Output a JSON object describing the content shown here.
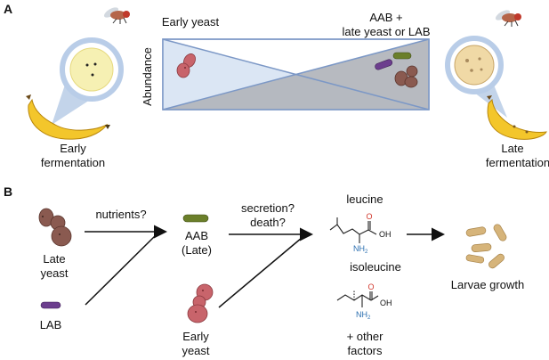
{
  "panel_a": {
    "label": "A",
    "early_yeast_label": "Early yeast",
    "aab_label_line1": "AAB +",
    "aab_label_line2": "late yeast or LAB",
    "y_axis_label": "Abundance",
    "early_fermentation_line1": "Early",
    "early_fermentation_line2": "fermentation",
    "late_fermentation_line1": "Late",
    "late_fermentation_line2": "fermentation"
  },
  "panel_b": {
    "label": "B",
    "late_yeast_line1": "Late",
    "late_yeast_line2": "yeast",
    "lab_label": "LAB",
    "nutrients_label": "nutrients?",
    "aab_line1": "AAB",
    "aab_line2": "(Late)",
    "early_yeast_line1": "Early",
    "early_yeast_line2": "yeast",
    "secretion_line1": "secretion?",
    "secretion_line2": "death?",
    "leucine_label": "leucine",
    "isoleucine_label": "isoleucine",
    "other_factors_line1": "+ other",
    "other_factors_line2": "factors",
    "larvae_label": "Larvae growth",
    "chem_oh": "OH",
    "chem_o": "O",
    "chem_nh2": "NH",
    "chem_sub2": "2"
  },
  "colors": {
    "triangle_light": "#dbe6f4",
    "triangle_gray": "#b3b6bd",
    "triangle_stroke": "#7c98c6",
    "banana": "#f3c62b",
    "early_yeast": "#c8646b",
    "late_yeast": "#8a5a50",
    "aab": "#6b7f2a",
    "lab": "#6c3e8e",
    "larvae": "#d6b47a"
  }
}
